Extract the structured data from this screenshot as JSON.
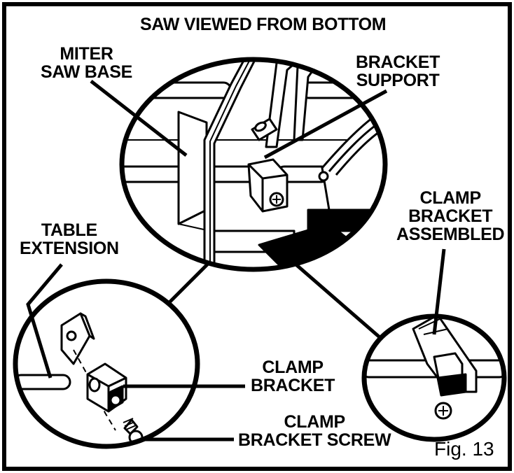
{
  "title": "SAW VIEWED FROM BOTTOM",
  "labels": {
    "miter_saw_base": [
      "MITER",
      "SAW BASE"
    ],
    "bracket_support": [
      "BRACKET",
      "SUPPORT"
    ],
    "clamp_bracket_assembled": [
      "CLAMP",
      "BRACKET",
      "ASSEMBLED"
    ],
    "table_extension": [
      "TABLE",
      "EXTENSION"
    ],
    "clamp_bracket": [
      "CLAMP",
      "BRACKET"
    ],
    "clamp_bracket_screw": [
      "CLAMP",
      "BRACKET SCREW"
    ]
  },
  "figure_label": "Fig. 13"
}
